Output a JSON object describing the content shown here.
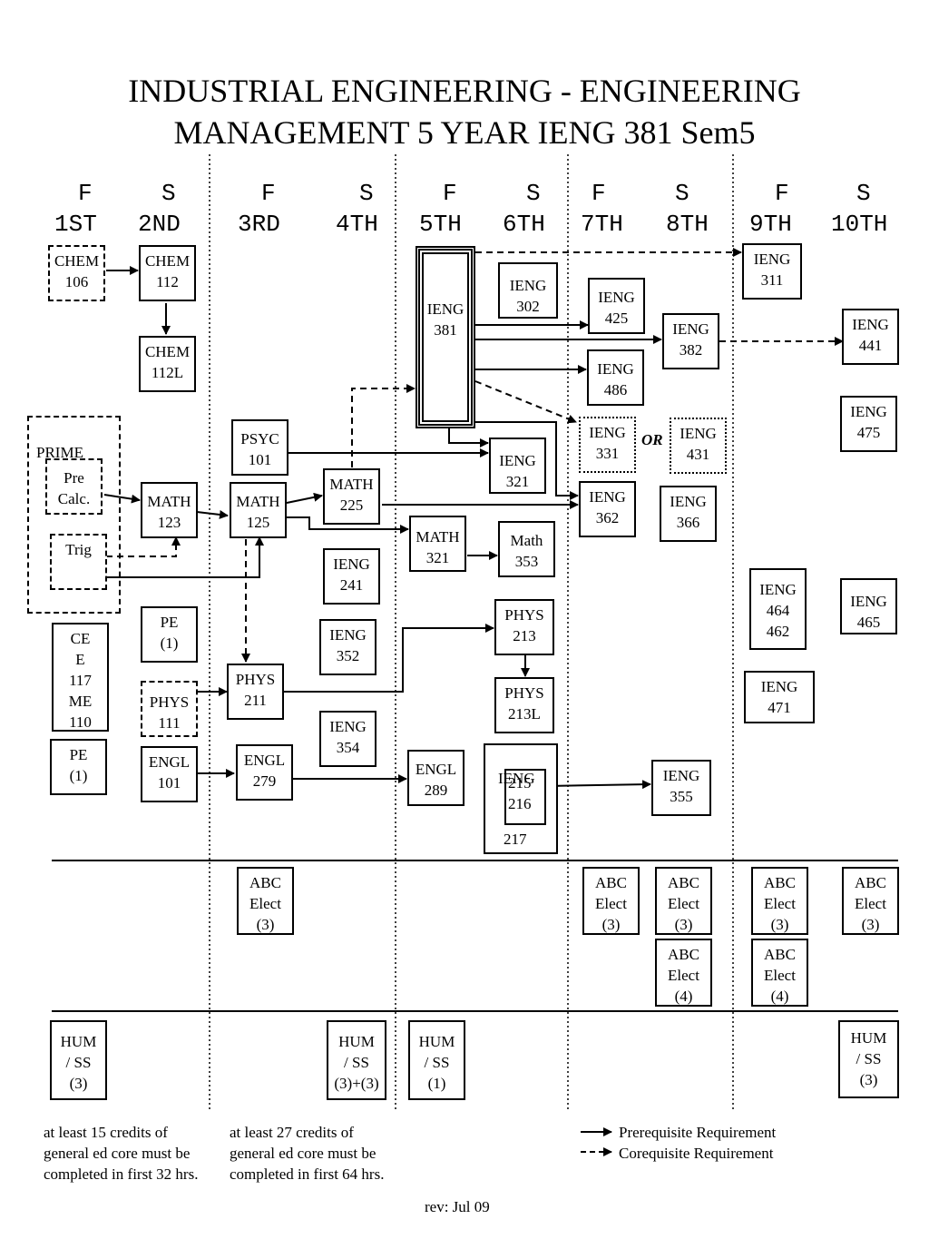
{
  "title": {
    "line1": "INDUSTRIAL ENGINEERING - ENGINEERING",
    "line2": "MANAGEMENT 5 YEAR IENG 381 Sem5"
  },
  "semesters": {
    "s1": {
      "term": "F",
      "num": "1ST"
    },
    "s2": {
      "term": "S",
      "num": "2ND"
    },
    "s3": {
      "term": "F",
      "num": "3RD"
    },
    "s4": {
      "term": "S",
      "num": "4TH"
    },
    "s5": {
      "term": "F",
      "num": "5TH"
    },
    "s6": {
      "term": "S",
      "num": "6TH"
    },
    "s7": {
      "term": "F",
      "num": "7TH"
    },
    "s8": {
      "term": "S",
      "num": "8TH"
    },
    "s9": {
      "term": "F",
      "num": "9TH"
    },
    "s10": {
      "term": "S",
      "num": "10TH"
    }
  },
  "courses": {
    "chem106": "CHEM\n106",
    "chem112": "CHEM\n112",
    "chem112l": "CHEM\n112L",
    "prime": "PRIME",
    "precalc": "Pre\nCalc.",
    "trig": "Trig",
    "math123": "MATH\n123",
    "cee117": "CE\nE\n117\nME\n110",
    "pe1a": "PE\n(1)",
    "pe1b": "PE\n(1)",
    "phys111": "PHYS\n111",
    "engl101": "ENGL\n101",
    "psyc101": "PSYC\n101",
    "math125": "MATH\n125",
    "phys211": "PHYS\n211",
    "engl279": "ENGL\n279",
    "math225": "MATH\n225",
    "ieng241": "IENG\n241",
    "ieng352": "IENG\n352",
    "ieng354": "IENG\n354",
    "ieng381": "IENG\n381",
    "math321": "MATH\n321",
    "engl289": "ENGL\n289",
    "ieng302": "IENG\n302",
    "ieng321": "IENG\n321",
    "math353": "Math\n353",
    "phys213": "PHYS\n213",
    "phys213l": "PHYS\n213L",
    "ieng215_title": "IENG",
    "ieng215_inner": "215\n216",
    "ieng215_217": "217",
    "ieng425": "IENG\n425",
    "ieng486": "IENG\n486",
    "ieng331": "IENG\n331",
    "ieng362": "IENG\n362",
    "ieng382": "IENG\n382",
    "ieng431": "IENG\n431",
    "ieng366": "IENG\n366",
    "ieng355": "IENG\n355",
    "ieng311": "IENG\n311",
    "ieng464": "IENG\n464\n462",
    "ieng471": "IENG\n471",
    "ieng441": "IENG\n441",
    "ieng475": "IENG\n475",
    "ieng465": "IENG\n465"
  },
  "or_label": "OR",
  "electives": {
    "abc3": "ABC\nElect\n(3)",
    "abc4": "ABC\nElect\n(4)"
  },
  "humss": {
    "h1": "HUM\n/ SS\n(3)",
    "h4": "HUM\n/ SS\n(3)+(3)",
    "h5": "HUM\n/ SS\n(1)",
    "h10": "HUM\n/ SS\n(3)"
  },
  "notes": {
    "n1": "at least 15 credits of\ngeneral ed core must be\ncompleted in first 32 hrs.",
    "n2": "at least 27 credits of\ngeneral ed core must be\ncompleted in first 64 hrs."
  },
  "legend": {
    "prereq": "Prerequisite Requirement",
    "coreq": "Corequisite Requirement"
  },
  "revision": "rev:  Jul 09"
}
